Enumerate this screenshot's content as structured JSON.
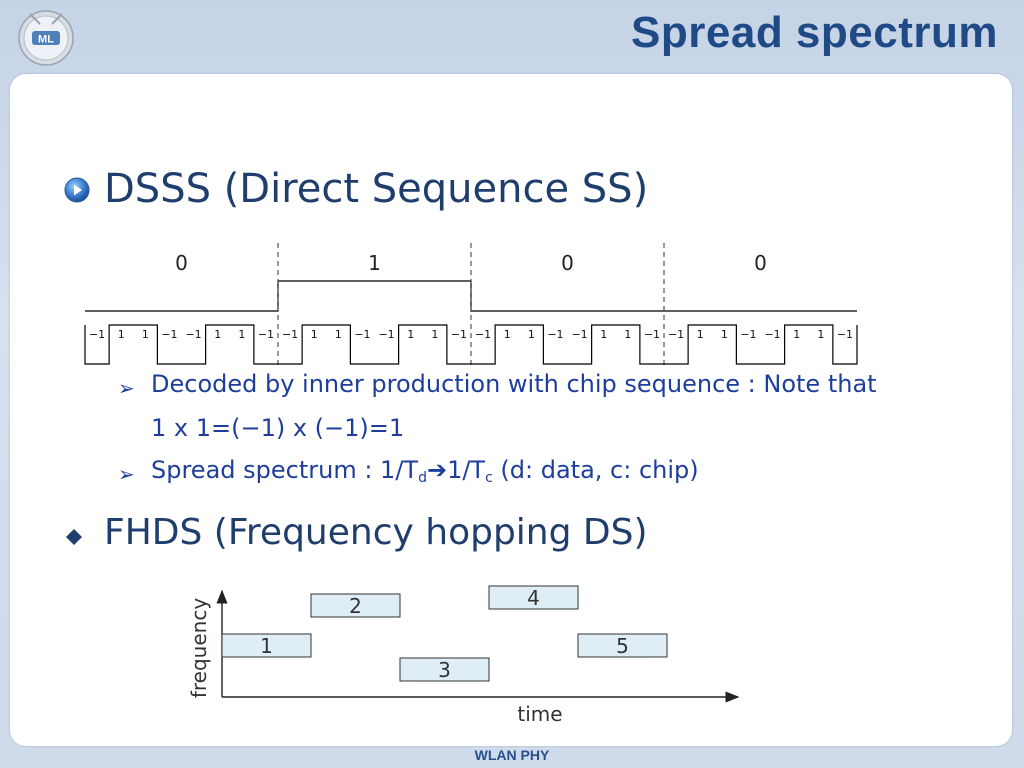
{
  "header": {
    "title": "Spread spectrum",
    "logo_text": "ML"
  },
  "bullet1": {
    "text": "DSSS (Direct Sequence SS)",
    "subs": [
      {
        "line1": "Decoded by inner production with chip sequence : Note that",
        "line2": "1 x 1=(−1) x (−1)=1"
      },
      {
        "prefix": "Spread spectrum : 1/T",
        "sub_d": "d",
        "arrow": "➔",
        "mid": "1/T",
        "sub_c": "c",
        "suffix": " (d: data, c: chip)"
      }
    ]
  },
  "bullet2": {
    "text": "FHDS (Frequency hopping DS)"
  },
  "dsss": {
    "bits": [
      "0",
      "1",
      "0",
      "0"
    ],
    "chips": [
      "−1",
      "1",
      "1",
      "−1",
      "−1",
      "1",
      "1",
      "−1"
    ]
  },
  "fhds": {
    "xlabel": "time",
    "ylabel": "frequency",
    "hops": [
      {
        "label": "1",
        "slot": 0,
        "level": 1
      },
      {
        "label": "2",
        "slot": 1,
        "level": 2
      },
      {
        "label": "3",
        "slot": 2,
        "level": 0
      },
      {
        "label": "4",
        "slot": 3,
        "level": 3
      },
      {
        "label": "5",
        "slot": 4,
        "level": 1
      }
    ]
  },
  "footer": {
    "text": "WLAN PHY"
  },
  "colors": {
    "title": "#1f4a86",
    "bullet_text": "#1f3e6e",
    "sub_text": "#1e3e9c",
    "box_fill": "#dfeef6",
    "signal": "#000000"
  }
}
